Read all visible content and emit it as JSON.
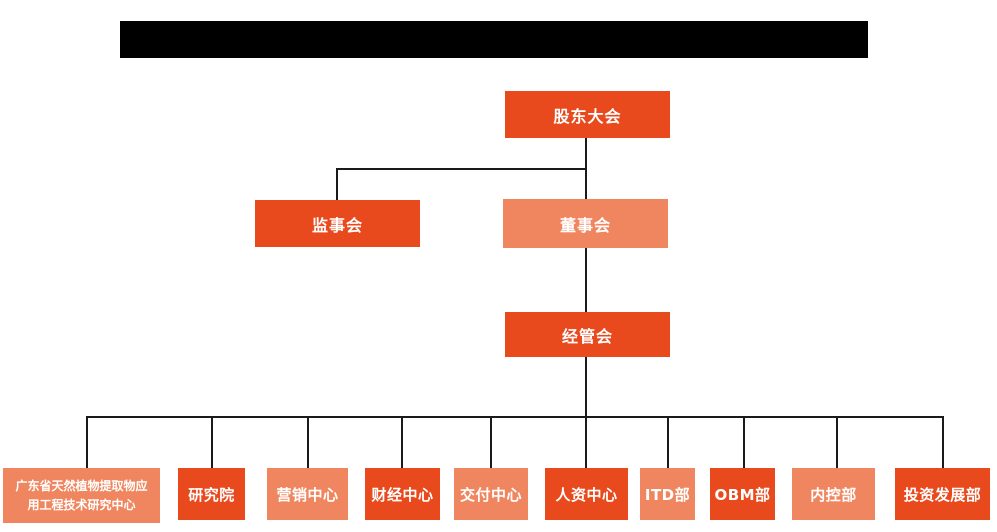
{
  "colors": {
    "primary": "#E8491D",
    "secondary": "#F0865F",
    "line": "#1A1A1A",
    "text": "#FFFFFF",
    "redaction": "#000000"
  },
  "header": {
    "note": "title text redacted by solid black bar"
  },
  "chart": {
    "type": "org-chart",
    "nodes": {
      "shareholders_meeting": {
        "label": "股东大会",
        "level": 1
      },
      "supervisory_board": {
        "label": "监事会",
        "level": 2
      },
      "board_of_directors": {
        "label": "董事会",
        "level": 2
      },
      "management_committee": {
        "label": "经管会",
        "level": 3
      }
    },
    "departments": [
      {
        "label": "广东省天然植物提取物应\n用工程技术研究中心"
      },
      {
        "label": "研究院"
      },
      {
        "label": "营销中心"
      },
      {
        "label": "财经中心"
      },
      {
        "label": "交付中心"
      },
      {
        "label": "人资中心"
      },
      {
        "label": "ITD部"
      },
      {
        "label": "OBM部"
      },
      {
        "label": "内控部"
      },
      {
        "label": "投资发展部"
      }
    ]
  }
}
